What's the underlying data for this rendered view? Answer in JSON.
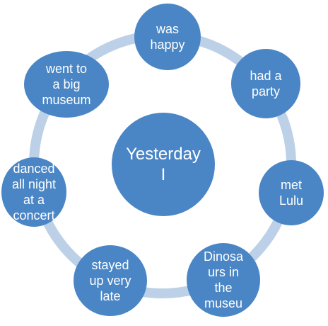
{
  "diagram": {
    "center_label": "Yesterday\nI",
    "items": [
      {
        "label": "was\nhappy"
      },
      {
        "label": "had a\nparty"
      },
      {
        "label": "met\nLulu"
      },
      {
        "label": "Dinosa\nurs in\nthe\nmuseu"
      },
      {
        "label": "stayed\nup very\nlate"
      },
      {
        "label": "danced\nall night\nat a\nconcert"
      },
      {
        "label": "went to\na big\nmuseum"
      }
    ],
    "colors": {
      "node_fill": "#4a86c5",
      "ring": "#bcd0e8",
      "text": "#ffffff"
    }
  }
}
